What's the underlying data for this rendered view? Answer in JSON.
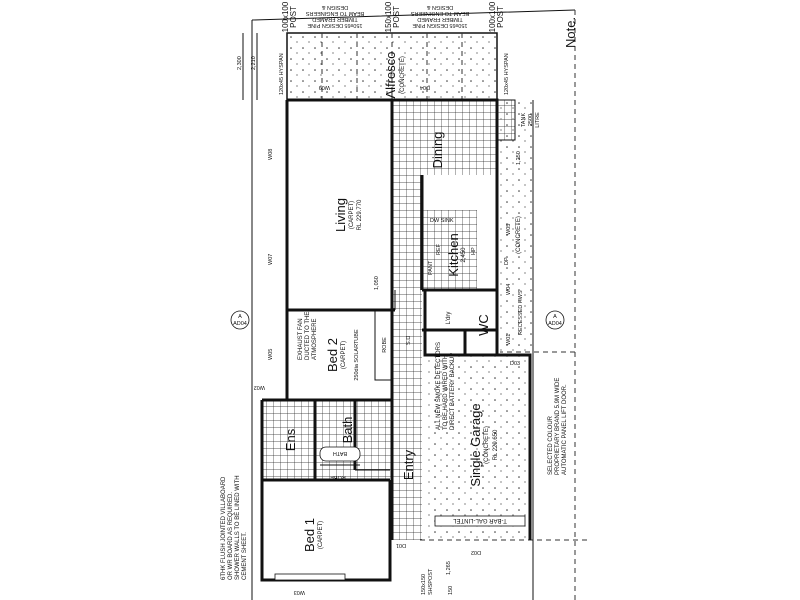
{
  "rooms": {
    "alfresco": "Alfresco",
    "alfresco_sub": "(CONCRETE)",
    "dining": "Dining",
    "living": "Living",
    "living_sub": "(CARPET)",
    "living_rl": "RL 229.770",
    "kitchen": "Kitchen",
    "kitchen_sub": "2,450",
    "bed2": "Bed 2",
    "bed2_sub": "(CARPET)",
    "solartube": "250dia SOLARTUBE",
    "robe": "ROBE",
    "bed1": "Bed 1",
    "bed1_sub": "(CARPET)",
    "ens": "Ens",
    "bath": "Bath",
    "bath_tub": "BATH",
    "wc": "WC",
    "lndy": "L'dry",
    "entry": "Entry",
    "garage": "Single Garage",
    "garage_sub": "(CONCRETE)",
    "garage_rl": "RL 229.650",
    "side_concrete": "(CONCRETE)",
    "pantry": "PANT",
    "ref": "REF",
    "dw_sink": "DW  SINK",
    "hp": "HP"
  },
  "beams": {
    "post": "100x100 POST",
    "post_mid": "150x100 POST",
    "beam_line1": "150x65 DESIGN PINE",
    "beam_line2": "TIMBER FRAMED",
    "beam_line3": "BEAM TO ENGINEERS",
    "beam_line4": "DESIGN &",
    "hyspan": "120x45 HYSPAN"
  },
  "dims": {
    "d1": "2,300",
    "d2": "2,210",
    "d3": "1,050",
    "d4": "1,250",
    "d5": "1,265",
    "d6": "150"
  },
  "tank": {
    "line1": "TANK",
    "line2": "2500",
    "line3": "LITRE"
  },
  "openings": {
    "w01": "W01",
    "w02": "W02",
    "w03": "W03",
    "w04": "W04",
    "w05": "W05",
    "w06": "W05",
    "w07": "W07",
    "w08": "W08",
    "w09": "W09",
    "d01": "D01",
    "d02": "D02",
    "d03": "D03",
    "d04": "D04"
  },
  "markers": {
    "section": "A",
    "sheet": "AD04",
    "dp": "DP",
    "sd": "S.D",
    "recessed": "RECESSED HWS"
  },
  "notes": {
    "top_right": "Note.",
    "exhaust": [
      "EXHAUST FAN",
      "DUCTED TO THE",
      "ATMOSPHERE"
    ],
    "smoke": [
      "ALL NEW SMOKE DETECTORS",
      "TO BE HARD WIRED WITH",
      "DIRECT BATTERY BACKUP"
    ],
    "door": [
      "SELECTED COLOUR",
      "PROPRIETARY BRAND 5.9M WIDE",
      "AUTOMATIC PANEL LIFT DOOR."
    ],
    "wet": [
      "6THK FLUSH JOINTED VILLABOARD",
      "OR WR BOARD AS REQUIRED.",
      "SHOWER WALLS TO BE LINED WITH",
      "CEMENT SHEET."
    ],
    "lintel": "T-BAR GAL-LINTEL",
    "shs": [
      "150x150",
      "SHSPOST"
    ]
  }
}
